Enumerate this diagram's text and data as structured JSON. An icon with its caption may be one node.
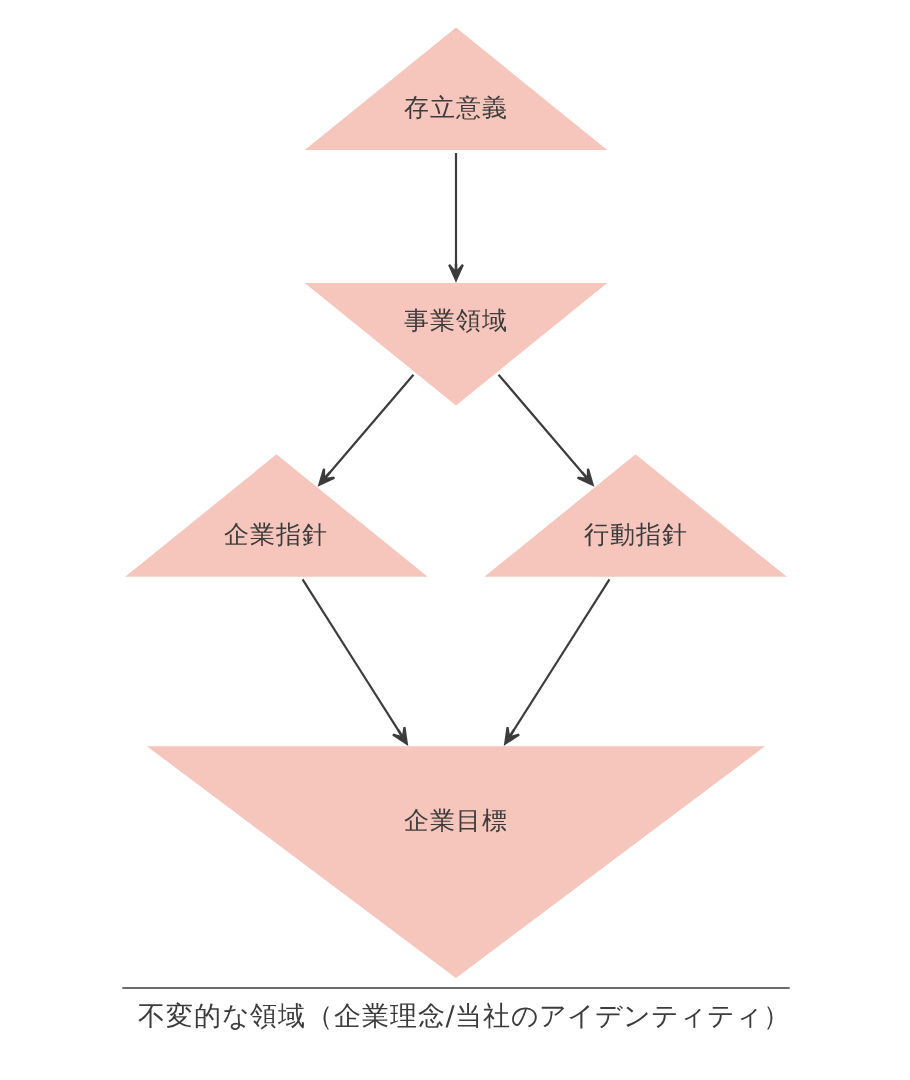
{
  "diagram": {
    "caption": "不変的な領域（企業理念/当社のアイデンティティ）",
    "nodes": [
      {
        "text": [
          "存立意義"
        ]
      },
      {
        "text": [
          "事業領域"
        ]
      },
      {
        "text": [
          "企業指針"
        ]
      },
      {
        "text": [
          "行動指針"
        ]
      },
      {
        "text": [
          "企業目標"
        ]
      }
    ],
    "edges": [
      {
        "from": 0,
        "to": 1,
        "arrow": "to"
      },
      {
        "from": 1,
        "to": 2,
        "arrow": "to"
      },
      {
        "from": 1,
        "to": 3,
        "arrow": "to"
      },
      {
        "from": 2,
        "to": 4,
        "arrow": "to"
      },
      {
        "from": 3,
        "to": 4,
        "arrow": "to"
      }
    ]
  }
}
